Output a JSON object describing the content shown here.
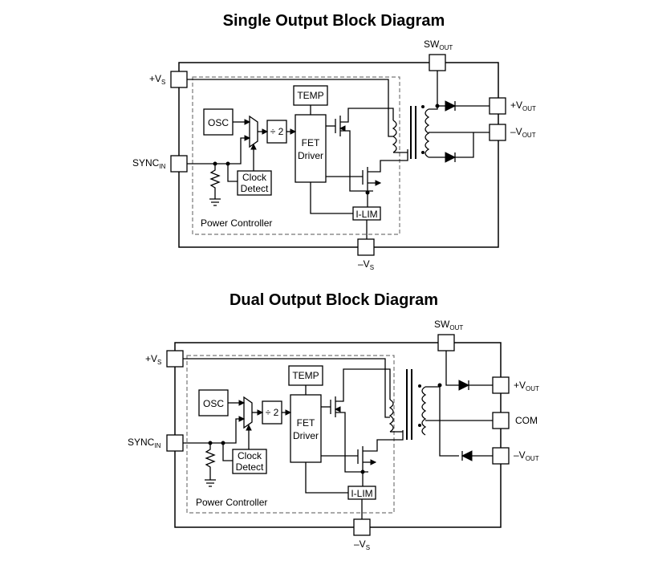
{
  "single": {
    "title": "Single Output Block Diagram",
    "pins": {
      "vs_pos": {
        "main": "+V",
        "sub": "S"
      },
      "sync_in": {
        "main": "SYNC",
        "sub": "IN"
      },
      "sw_out": {
        "main": "SW",
        "sub": "OUT"
      },
      "vout_pos": {
        "main": "+V",
        "sub": "OUT"
      },
      "vout_neg": {
        "main": "–V",
        "sub": "OUT"
      },
      "vs_neg": {
        "main": "–V",
        "sub": "S"
      }
    },
    "blocks": {
      "osc": "OSC",
      "div2": "÷ 2",
      "temp": "TEMP",
      "fet_driver_line1": "FET",
      "fet_driver_line2": "Driver",
      "clock_detect_line1": "Clock",
      "clock_detect_line2": "Detect",
      "ilim": "I-LIM",
      "power_controller": "Power Controller"
    }
  },
  "dual": {
    "title": "Dual Output Block Diagram",
    "pins": {
      "vs_pos": {
        "main": "+V",
        "sub": "S"
      },
      "sync_in": {
        "main": "SYNC",
        "sub": "IN"
      },
      "sw_out": {
        "main": "SW",
        "sub": "OUT"
      },
      "vout_pos": {
        "main": "+V",
        "sub": "OUT"
      },
      "com": "COM",
      "vout_neg": {
        "main": "–V",
        "sub": "OUT"
      },
      "vs_neg": {
        "main": "–V",
        "sub": "S"
      }
    },
    "blocks": {
      "osc": "OSC",
      "div2": "÷ 2",
      "temp": "TEMP",
      "fet_driver_line1": "FET",
      "fet_driver_line2": "Driver",
      "clock_detect_line1": "Clock",
      "clock_detect_line2": "Detect",
      "ilim": "I-LIM",
      "power_controller": "Power Controller"
    }
  }
}
